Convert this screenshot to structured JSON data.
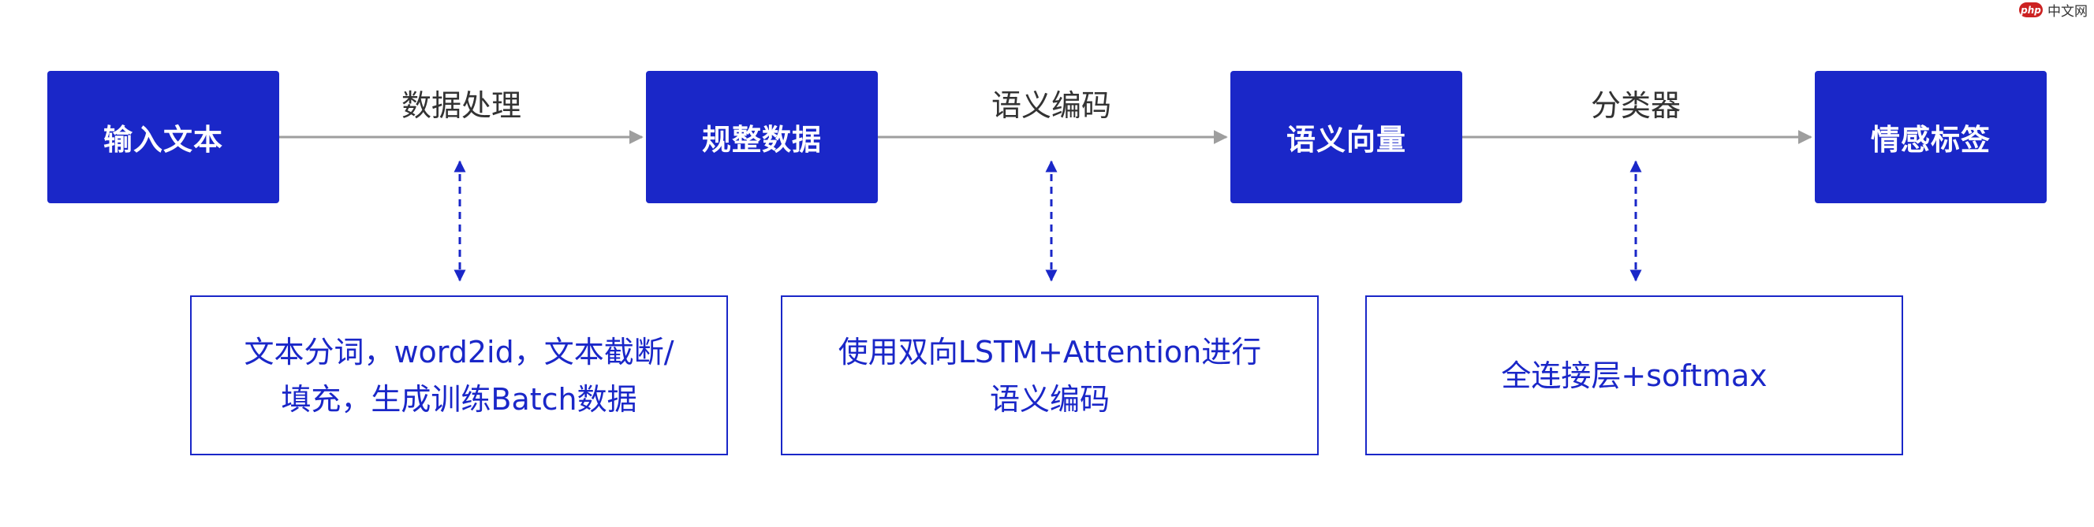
{
  "stages": [
    "输入文本",
    "规整数据",
    "语义向量",
    "情感标签"
  ],
  "edge_labels": [
    "数据处理",
    "语义编码",
    "分类器"
  ],
  "notes": [
    [
      "文本分词，word2id，文本截断/",
      "填充，生成训练Batch数据"
    ],
    [
      "使用双向LSTM+Attention进行",
      "语义编码"
    ],
    [
      "全连接层+softmax"
    ]
  ],
  "watermark": {
    "badge": "php",
    "text": "中文网"
  },
  "colors": {
    "primary": "#1a27c8",
    "arrow": "#9e9e9e",
    "label": "#333333"
  }
}
